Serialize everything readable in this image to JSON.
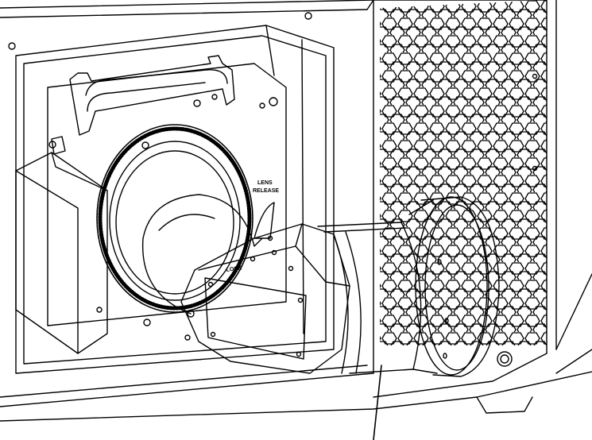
{
  "labels": {
    "lens_release_line1": "LENS",
    "lens_release_line2": "RELEASE",
    "lock": "LOCK"
  },
  "colors": {
    "stroke": "#000000",
    "background": "#ffffff"
  }
}
